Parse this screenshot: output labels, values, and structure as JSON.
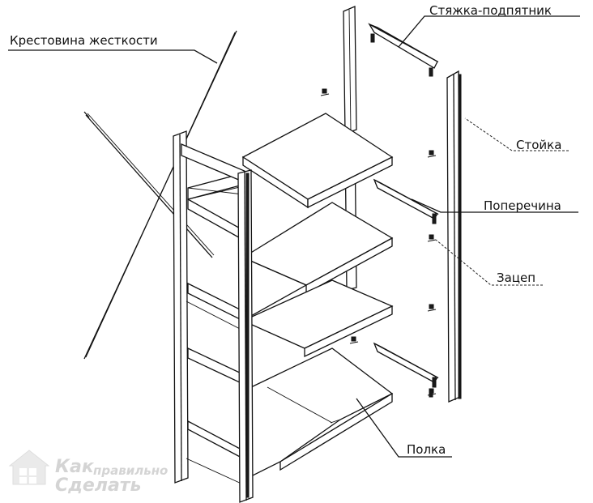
{
  "labels": {
    "stiffener": "Крестовина жесткости",
    "tie_foot": "Стяжка-подпятник",
    "post": "Стойка",
    "crossbar": "Поперечина",
    "hook": "Зацеп",
    "shelf": "Полка"
  },
  "watermark": {
    "line1": "Как",
    "line2": "правильно",
    "line3": "Сделать"
  },
  "icons": {
    "logo": "house-logo-icon"
  }
}
